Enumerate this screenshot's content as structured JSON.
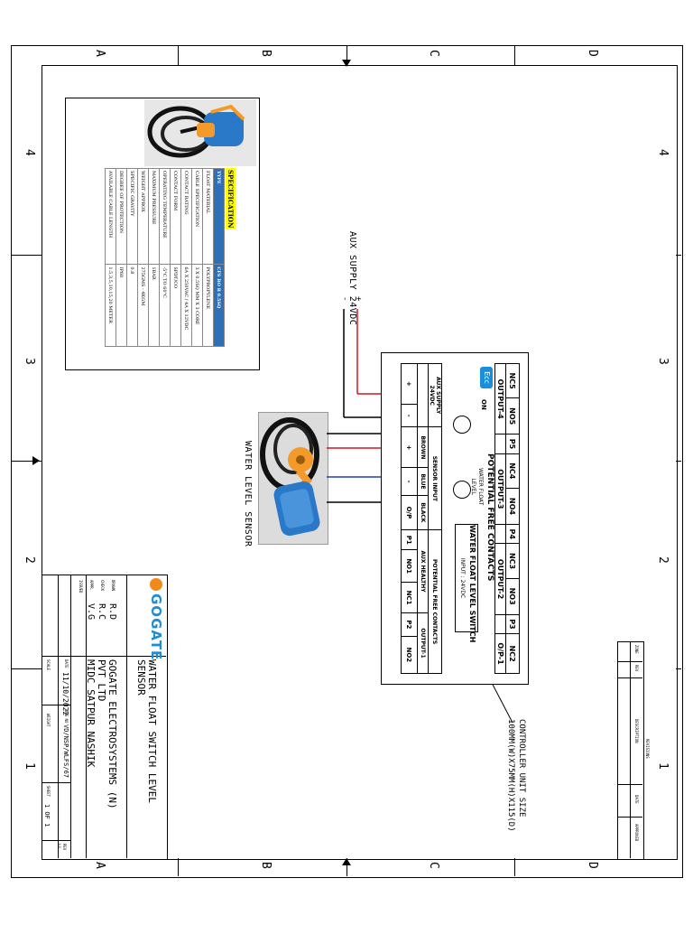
{
  "frame": {
    "zone_letters": [
      "A",
      "B",
      "C",
      "D"
    ],
    "zone_numbers": [
      "4",
      "3",
      "2",
      "1"
    ]
  },
  "spec": {
    "title": "SPECIFICATION",
    "header": [
      "TYPE",
      "CFS BO B 0.5SQ"
    ],
    "rows": [
      [
        "FLOAT MATERIAL",
        "POLYPROPYLENE"
      ],
      [
        "CABLE SPECIFICATION",
        "3 X 0.5SQ MM X 3 CORE"
      ],
      [
        "CONTACT RATING",
        "6A X 250VAC / 4A X 12VDC"
      ],
      [
        "CONTACT FORM",
        "SPDT/CO"
      ],
      [
        "OPERATING TEMPERATURE",
        "-5°C TO 60°C"
      ],
      [
        "MAXIMUM PRESSURE",
        "1BAR"
      ],
      [
        "WEIGHT APPROX",
        "275GMS - 4KGM"
      ],
      [
        "SPECIFIC GRAVITY",
        "0.8"
      ],
      [
        "DEGREE OF PROTECTION",
        "IP68"
      ],
      [
        "AVAILABLE CABLE LENGTH",
        "1.5,3,5,10,15,20 METER"
      ]
    ]
  },
  "aux_supply_label": "AUX SUPPLY 24VDC",
  "aux_plus": "+",
  "aux_minus": "-",
  "sensor_label": "WATER LEVEL SENSOR",
  "controller_size_note": "CONTROLLER UNIT SIZE\n100MM(W)X75MM(H)X115(D)",
  "controller": {
    "logo": "Ecc",
    "on_label": "ON",
    "title": "WATER FLOAT LEVEL SWITCH",
    "input": "INPUT : 24VDC",
    "water_float_level": "WATER FLOAT\nLEVEL",
    "top_row": [
      "NC5",
      "NO5",
      "P5",
      "NC4",
      "NO4",
      "P4",
      "NC3",
      "NO3",
      "P3",
      "NC2"
    ],
    "outputs": [
      "OUTPUT-4",
      "OUTPUT-3",
      "OUTPUT-2",
      "O/P-1"
    ],
    "potential_free": "POTENTIAL FREE CONTACTS",
    "bottom_groups": [
      "AUX SUPPLY\n24VDC",
      "SENSOR INPUT",
      "POTENTIAL FREE CONTACTS"
    ],
    "aux_healthy": "AUX HEALTHY",
    "output1": "OUTPUT-1",
    "wire_colors": [
      "BROWN",
      "BLUE",
      "BLACK"
    ],
    "bottom_row": [
      "+",
      "-",
      "+",
      "-",
      "O/P",
      "P1",
      "NO1",
      "NC1",
      "P2",
      "NO2"
    ]
  },
  "title_block": {
    "brand": "GOGATE",
    "drawn_label": "DRAWN",
    "drawn": "R.D",
    "check_label": "CHECK",
    "check": "R.C",
    "appr_label": "APPR.",
    "appr": "V.G",
    "issued_label": "ISSUED",
    "title": "WATER FLOAT SWITCH LEVEL\nSENSOR",
    "company": "GOGATE ELECTROSYSTEMS (N)\nPVT LTD\nMIDC SATPUR NASHIK",
    "date_label": "DATE",
    "date": "11/10/2022",
    "dwg_label": "DWG NO",
    "dwg": "VD/NSP/WLFS/67",
    "scale_label": "SCALE",
    "weight_label": "WEIGHT",
    "sheet_label": "SHEET",
    "sheet": "1 OF 1",
    "rev_label": "REV",
    "rev": "L0"
  },
  "revisions": {
    "header": "REVISIONS",
    "cols": [
      "ZONE",
      "REV",
      "DESCRIPTION",
      "DATE",
      "APPROVED"
    ]
  },
  "colors": {
    "spec_header": "#2e6fb7",
    "spec_highlight": "#ffff00",
    "red_wire": "#d9141e",
    "blue_wire": "#1f3ccf",
    "brand": "#1a8ed8",
    "brand_orange": "#f08a1c"
  }
}
